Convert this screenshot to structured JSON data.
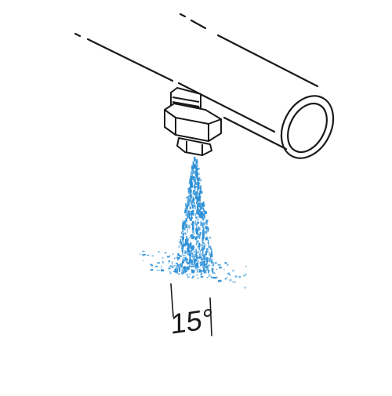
{
  "diagram": {
    "spray_angle_label": "15°",
    "colors": {
      "line": "#1a1a1a",
      "spray": "#2a8fd6",
      "background": "#ffffff"
    },
    "components": [
      "pipe",
      "nozzle",
      "spray-cone"
    ],
    "icons": [
      "pipe-icon",
      "nozzle-icon",
      "spray-icon"
    ]
  }
}
